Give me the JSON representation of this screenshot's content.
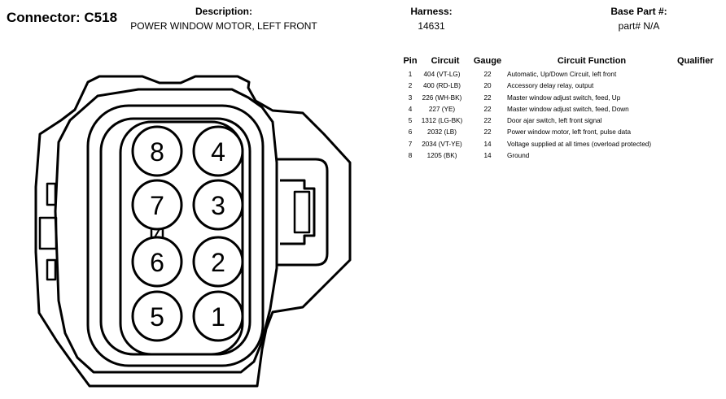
{
  "header": {
    "connector_label": "Connector:",
    "connector_id": "C518",
    "description_label": "Description:",
    "description_value": "POWER WINDOW MOTOR, LEFT FRONT",
    "harness_label": "Harness:",
    "harness_value": "14631",
    "base_part_label": "Base Part #:",
    "base_part_value": "part# N/A"
  },
  "table": {
    "headers": {
      "pin": "Pin",
      "circuit": "Circuit",
      "gauge": "Gauge",
      "function": "Circuit Function",
      "qualifier": "Qualifier"
    },
    "rows": [
      {
        "pin": "1",
        "circuit": "404 (VT-LG)",
        "gauge": "22",
        "function": "Automatic, Up/Down Circuit, left front"
      },
      {
        "pin": "2",
        "circuit": "400 (RD-LB)",
        "gauge": "20",
        "function": "Accessory delay relay, output"
      },
      {
        "pin": "3",
        "circuit": "226 (WH-BK)",
        "gauge": "22",
        "function": "Master window adjust switch, feed, Up"
      },
      {
        "pin": "4",
        "circuit": "227 (YE)",
        "gauge": "22",
        "function": "Master window adjust switch, feed, Down"
      },
      {
        "pin": "5",
        "circuit": "1312 (LG-BK)",
        "gauge": "22",
        "function": "Door ajar switch, left front signal"
      },
      {
        "pin": "6",
        "circuit": "2032 (LB)",
        "gauge": "22",
        "function": "Power window motor, left front, pulse data"
      },
      {
        "pin": "7",
        "circuit": "2034 (VT-YE)",
        "gauge": "14",
        "function": "Voltage supplied at all times (overload protected)"
      },
      {
        "pin": "8",
        "circuit": "1205 (BK)",
        "gauge": "14",
        "function": "Ground"
      }
    ]
  },
  "connector": {
    "pins": {
      "p8": "8",
      "p4": "4",
      "p7": "7",
      "p3": "3",
      "p6": "6",
      "p2": "2",
      "p5": "5",
      "p1": "1"
    }
  }
}
